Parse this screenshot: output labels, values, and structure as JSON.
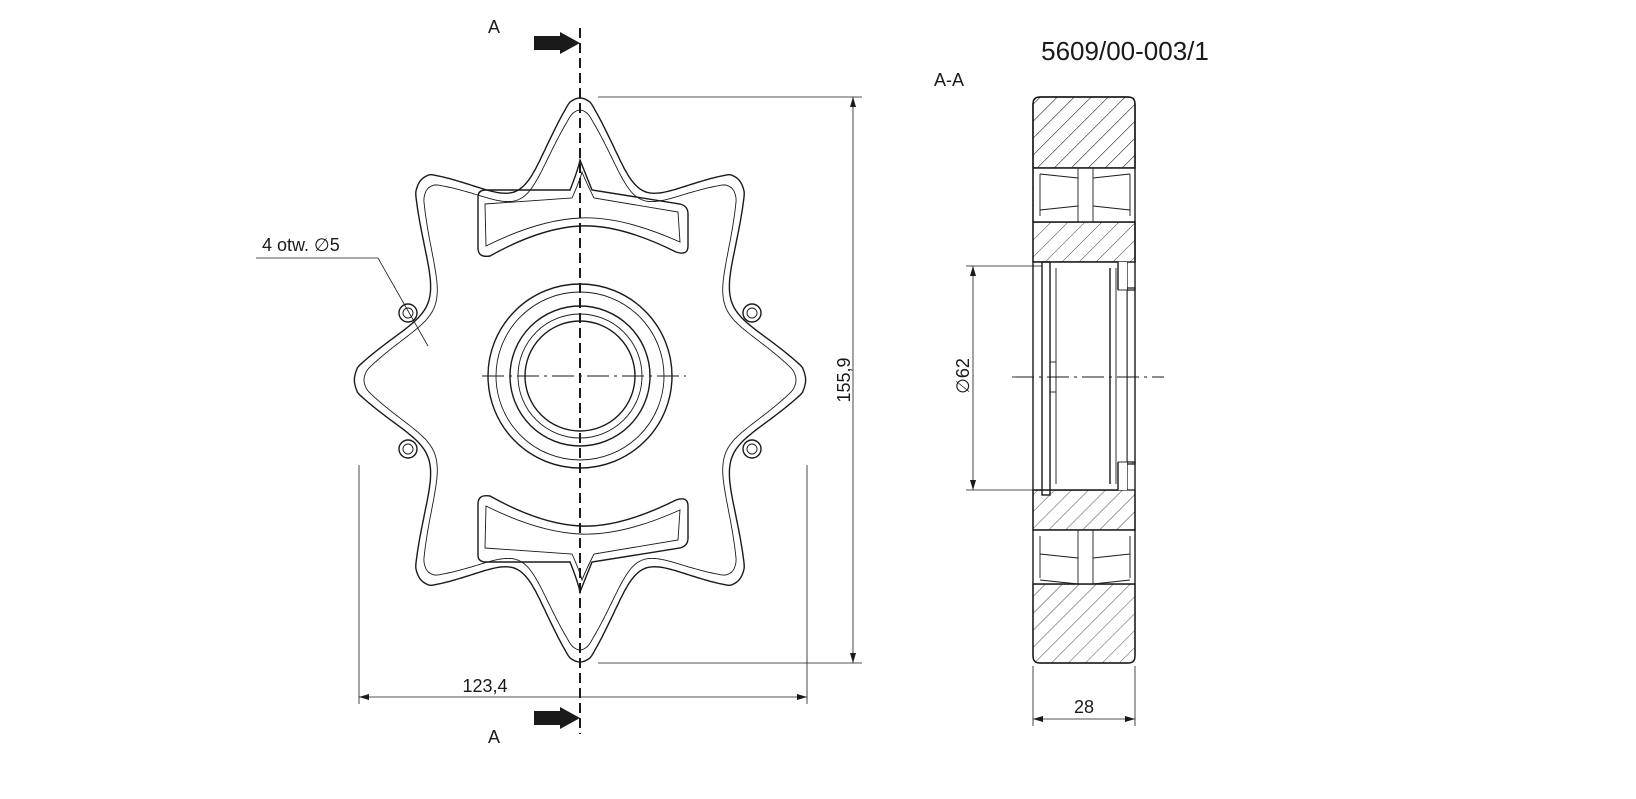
{
  "drawing_number": "5609/00-003/1",
  "section_label": "A-A",
  "cut_marker": "A",
  "hole_note": "4 otw. ∅5",
  "dimensions": {
    "width": "123,4",
    "height": "155,9",
    "bore": "∅62",
    "thickness": "28"
  },
  "colors": {
    "line": "#1a1a1a",
    "background": "#ffffff"
  }
}
